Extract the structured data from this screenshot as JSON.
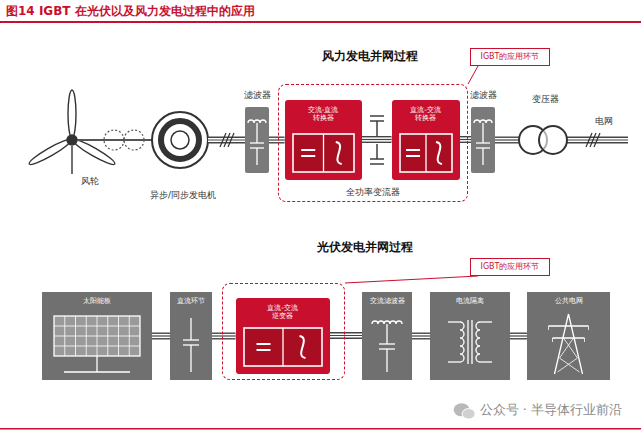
{
  "diagram": {
    "title": "图14 IGBT 在光伏以及风力发电过程中的应用",
    "nodes": [
      {
        "text": [
          "IGBT的应用环节"
        ]
      },
      {
        "text": [
          "滤波器"
        ]
      },
      {
        "text": [
          "全功率变流器"
        ]
      },
      {
        "text": [
          "交流-直流 转换器"
        ],
        "in": 2
      },
      {
        "text": [
          "直流-交流 转换器"
        ],
        "in": 2
      },
      {
        "text": [
          "滤波器"
        ]
      },
      {
        "text": [
          "IGBT的应用环节"
        ]
      },
      {
        "text": [
          "太阳能板"
        ]
      },
      {
        "text": [
          "直流环节"
        ]
      },
      {
        "text": []
      },
      {
        "text": [
          "直流-交流 逆变器"
        ],
        "in": 9
      },
      {
        "text": [
          "交流滤波器"
        ]
      },
      {
        "text": [
          "电流隔离"
        ]
      },
      {
        "text": [
          "公共电网"
        ]
      }
    ],
    "edges": [
      {
        "from": 0,
        "to": 2,
        "arrow": "none"
      },
      {
        "from": 1,
        "to": 3,
        "arrow": "none"
      },
      {
        "from": 3,
        "to": 4,
        "arrow": "none"
      },
      {
        "from": 4,
        "to": 5,
        "arrow": "none"
      },
      {
        "from": 6,
        "to": 9,
        "arrow": "none"
      },
      {
        "from": 7,
        "to": 8,
        "arrow": "none"
      },
      {
        "from": 8,
        "to": 10,
        "arrow": "none"
      },
      {
        "from": 10,
        "to": 11,
        "arrow": "none"
      },
      {
        "from": 11,
        "to": 12,
        "arrow": "none"
      },
      {
        "from": 12,
        "to": 13,
        "arrow": "none"
      }
    ],
    "labels": [
      "风力发电并网过程",
      "风轮",
      "异步/同步发电机",
      "变压器",
      "电网",
      "光伏发电并网过程",
      "公众号 · 半导体行业前沿"
    ]
  }
}
